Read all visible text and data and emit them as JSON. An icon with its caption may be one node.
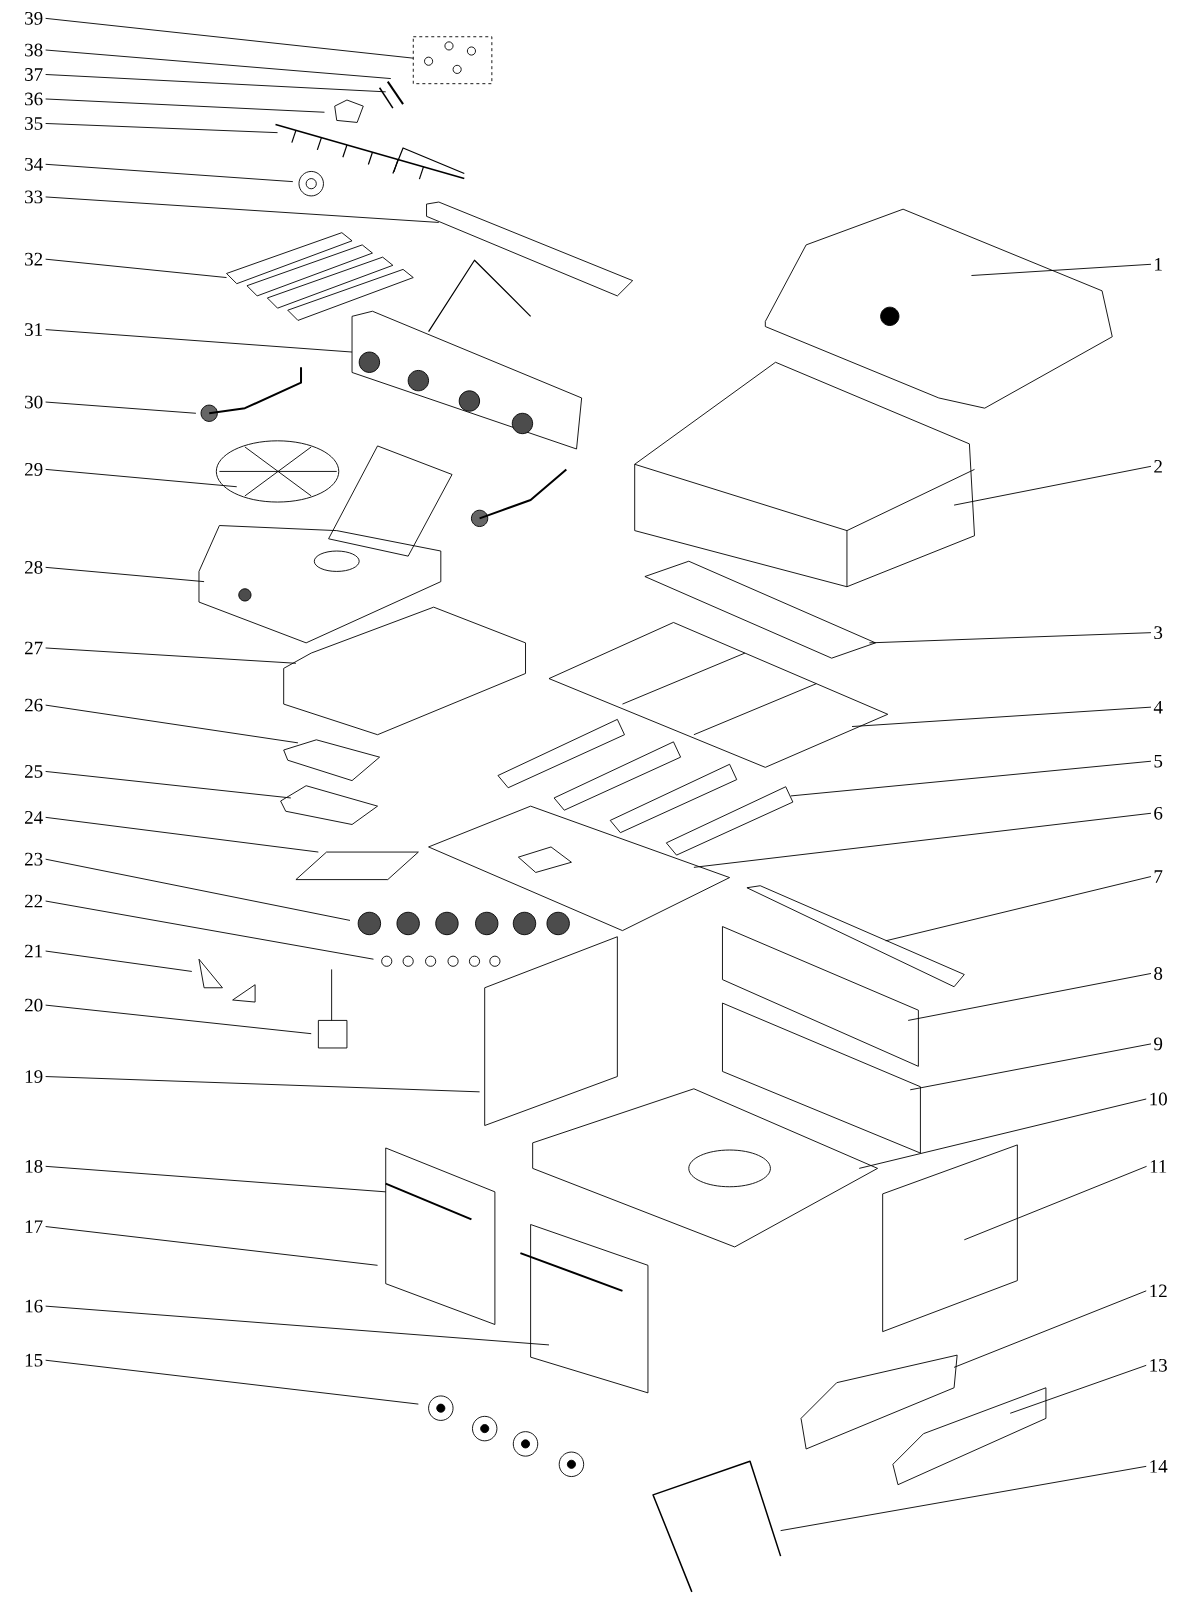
{
  "diagram": {
    "nodes": [
      {
        "text": [
          "1"
        ]
      },
      {
        "text": [
          "2"
        ]
      },
      {
        "text": [
          "3"
        ]
      },
      {
        "text": [
          "4"
        ]
      },
      {
        "text": [
          "5"
        ]
      },
      {
        "text": [
          "6"
        ]
      },
      {
        "text": [
          "7"
        ]
      },
      {
        "text": [
          "8"
        ]
      },
      {
        "text": [
          "9"
        ]
      },
      {
        "text": [
          "10"
        ]
      },
      {
        "text": [
          "11"
        ]
      },
      {
        "text": [
          "12"
        ]
      },
      {
        "text": [
          "13"
        ]
      },
      {
        "text": [
          "14"
        ]
      },
      {
        "text": [
          "15"
        ]
      },
      {
        "text": [
          "16"
        ]
      },
      {
        "text": [
          "17"
        ]
      },
      {
        "text": [
          "18"
        ]
      },
      {
        "text": [
          "19"
        ]
      },
      {
        "text": [
          "20"
        ]
      },
      {
        "text": [
          "21"
        ]
      },
      {
        "text": [
          "22"
        ]
      },
      {
        "text": [
          "23"
        ]
      },
      {
        "text": [
          "24"
        ]
      },
      {
        "text": [
          "25"
        ]
      },
      {
        "text": [
          "26"
        ]
      },
      {
        "text": [
          "27"
        ]
      },
      {
        "text": [
          "28"
        ]
      },
      {
        "text": [
          "29"
        ]
      },
      {
        "text": [
          "30"
        ]
      },
      {
        "text": [
          "31"
        ]
      },
      {
        "text": [
          "32"
        ]
      },
      {
        "text": [
          "33"
        ]
      },
      {
        "text": [
          "34"
        ]
      },
      {
        "text": [
          "35"
        ]
      },
      {
        "text": [
          "36"
        ]
      },
      {
        "text": [
          "37"
        ]
      },
      {
        "text": [
          "38"
        ]
      },
      {
        "text": [
          "39"
        ]
      }
    ],
    "edges": [
      {
        "from": 0,
        "to": null,
        "arrow": "none"
      },
      {
        "from": 1,
        "to": null,
        "arrow": "none"
      },
      {
        "from": 2,
        "to": null,
        "arrow": "none"
      },
      {
        "from": 3,
        "to": null,
        "arrow": "none"
      },
      {
        "from": 4,
        "to": null,
        "arrow": "none"
      },
      {
        "from": 5,
        "to": null,
        "arrow": "none"
      },
      {
        "from": 6,
        "to": null,
        "arrow": "none"
      },
      {
        "from": 7,
        "to": null,
        "arrow": "none"
      },
      {
        "from": 8,
        "to": null,
        "arrow": "none"
      },
      {
        "from": 9,
        "to": null,
        "arrow": "none"
      },
      {
        "from": 10,
        "to": null,
        "arrow": "none"
      },
      {
        "from": 11,
        "to": null,
        "arrow": "none"
      },
      {
        "from": 12,
        "to": null,
        "arrow": "none"
      },
      {
        "from": 13,
        "to": null,
        "arrow": "none"
      },
      {
        "from": 14,
        "to": null,
        "arrow": "none"
      },
      {
        "from": 15,
        "to": null,
        "arrow": "none"
      },
      {
        "from": 16,
        "to": null,
        "arrow": "none"
      },
      {
        "from": 17,
        "to": null,
        "arrow": "none"
      },
      {
        "from": 18,
        "to": null,
        "arrow": "none"
      },
      {
        "from": 19,
        "to": null,
        "arrow": "none"
      },
      {
        "from": 20,
        "to": null,
        "arrow": "none"
      },
      {
        "from": 21,
        "to": null,
        "arrow": "none"
      },
      {
        "from": 22,
        "to": null,
        "arrow": "none"
      },
      {
        "from": 23,
        "to": null,
        "arrow": "none"
      },
      {
        "from": 24,
        "to": null,
        "arrow": "none"
      },
      {
        "from": 25,
        "to": null,
        "arrow": "none"
      },
      {
        "from": 26,
        "to": null,
        "arrow": "none"
      },
      {
        "from": 27,
        "to": null,
        "arrow": "none"
      },
      {
        "from": 28,
        "to": null,
        "arrow": "none"
      },
      {
        "from": 29,
        "to": null,
        "arrow": "none"
      },
      {
        "from": 30,
        "to": null,
        "arrow": "none"
      },
      {
        "from": 31,
        "to": null,
        "arrow": "none"
      },
      {
        "from": 32,
        "to": null,
        "arrow": "none"
      },
      {
        "from": 33,
        "to": null,
        "arrow": "none"
      },
      {
        "from": 34,
        "to": null,
        "arrow": "none"
      },
      {
        "from": 35,
        "to": null,
        "arrow": "none"
      },
      {
        "from": 36,
        "to": null,
        "arrow": "none"
      },
      {
        "from": 37,
        "to": null,
        "arrow": "none"
      },
      {
        "from": 38,
        "to": null,
        "arrow": "none"
      }
    ]
  }
}
